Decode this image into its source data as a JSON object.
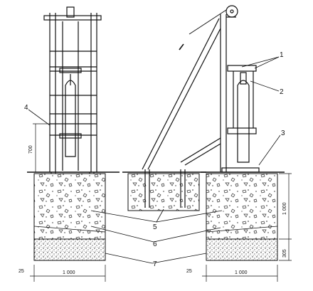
{
  "callouts": [
    "1",
    "2",
    "3",
    "4",
    "5",
    "6",
    "7"
  ],
  "dimensions": {
    "height_700": "700",
    "height_1000": "1 000",
    "height_305": "305",
    "width_left": "1 000",
    "width_right": "1 000",
    "offset_left": "25",
    "offset_right": "25"
  },
  "colors": {
    "ink": "#111111",
    "paper": "#ffffff",
    "concrete": "#f4f4f4",
    "gravel": "#dcdcdc"
  }
}
